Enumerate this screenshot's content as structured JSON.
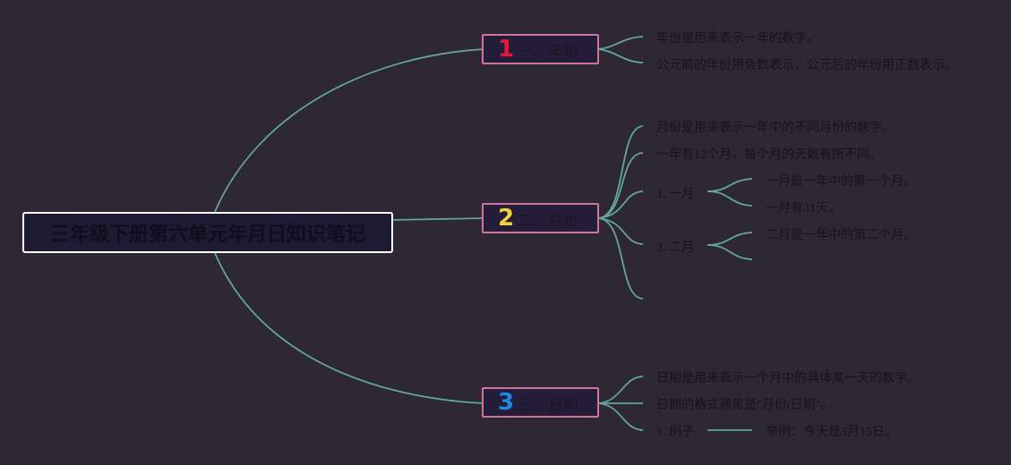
{
  "colors": {
    "background": "#2d2833",
    "connector": "#63a69a",
    "branch_border": "#d4729e",
    "num_1": "#e8163a",
    "num_2": "#f1d042",
    "num_3": "#1e88e5"
  },
  "root": {
    "title": "三年级下册第六单元年月日知识笔记"
  },
  "branches": [
    {
      "number": "1",
      "label": "一、年份",
      "items": [
        "年份是用来表示一年的数字。",
        "公元前的年份用负数表示，公元后的年份用正数表示。"
      ]
    },
    {
      "number": "2",
      "label": "二、月份",
      "items": [
        "月份是用来表示一年中的不同月份的数字。",
        "一年有12个月，每个月的天数有所不同。",
        "1. 一月",
        "2. 二月",
        ""
      ],
      "sub": {
        "jan": [
          "一月是一年中的第一个月。",
          "一月有31天。"
        ],
        "feb": [
          "二月是一年中的第二个月。",
          ""
        ]
      }
    },
    {
      "number": "3",
      "label": "三、日期",
      "items": [
        "日期是用来表示一个月中的具体某一天的数字。",
        "日期的格式通常是\"月份/日期\"。",
        "1. 例子"
      ],
      "sub": {
        "example": [
          "举例：今天是3月15日。"
        ]
      }
    }
  ]
}
